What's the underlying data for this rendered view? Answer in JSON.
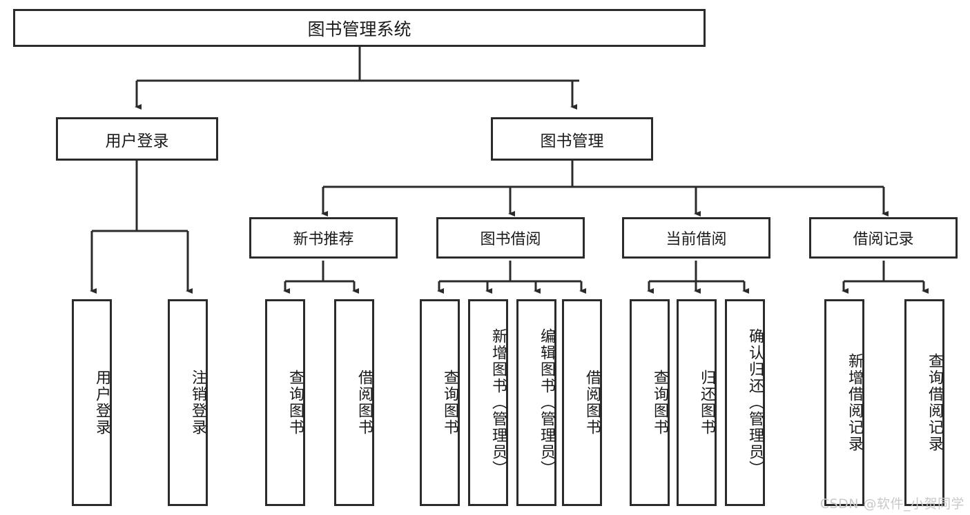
{
  "diagram": {
    "title_text": "图书管理系统",
    "watermark": "CSDN @软件_小贺同学",
    "colors": {
      "border": "#2b2b2b",
      "text": "#1a1a1a",
      "background": "#ffffff",
      "watermark": "#c9c9c9"
    },
    "root": {
      "label": "图书管理系统"
    },
    "tier2": [
      {
        "label": "用户登录"
      },
      {
        "label": "图书管理"
      }
    ],
    "tier3": [
      {
        "label": "新书推荐"
      },
      {
        "label": "图书借阅"
      },
      {
        "label": "当前借阅"
      },
      {
        "label": "借阅记录"
      }
    ],
    "leaves": {
      "user_login": [
        {
          "label": "用户登录"
        },
        {
          "label": "注销登录"
        }
      ],
      "new_book_recommend": [
        {
          "label": "查询图书"
        },
        {
          "label": "借阅图书"
        }
      ],
      "book_borrow": [
        {
          "label": "查询图书"
        },
        {
          "label": "新增图书（管理员）"
        },
        {
          "label": "编辑图书（管理员）"
        },
        {
          "label": "借阅图书"
        }
      ],
      "current_borrow": [
        {
          "label": "查询图书"
        },
        {
          "label": "归还图书"
        },
        {
          "label": "确认归还（管理员）"
        }
      ],
      "borrow_record": [
        {
          "label": "新增借阅记录"
        },
        {
          "label": "查询借阅记录"
        }
      ]
    }
  }
}
